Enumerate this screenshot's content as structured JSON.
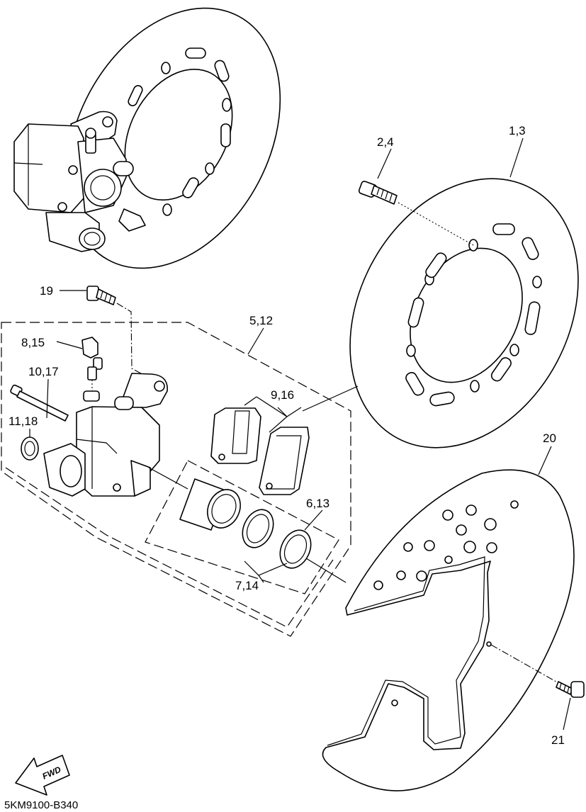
{
  "diagram": {
    "drawing_code": "5KM9100-B340",
    "fwd_label": "FWD",
    "callouts": [
      {
        "id": "c_1_3",
        "text": "1,3"
      },
      {
        "id": "c_2_4",
        "text": "2,4"
      },
      {
        "id": "c_19",
        "text": "19"
      },
      {
        "id": "c_5_12",
        "text": "5,12"
      },
      {
        "id": "c_8_15",
        "text": "8,15"
      },
      {
        "id": "c_10_17",
        "text": "10,17"
      },
      {
        "id": "c_11_18",
        "text": "11,18"
      },
      {
        "id": "c_9_16",
        "text": "9,16"
      },
      {
        "id": "c_6_13",
        "text": "6,13"
      },
      {
        "id": "c_7_14",
        "text": "7,14"
      },
      {
        "id": "c_20",
        "text": "20"
      },
      {
        "id": "c_21",
        "text": "21"
      }
    ]
  }
}
